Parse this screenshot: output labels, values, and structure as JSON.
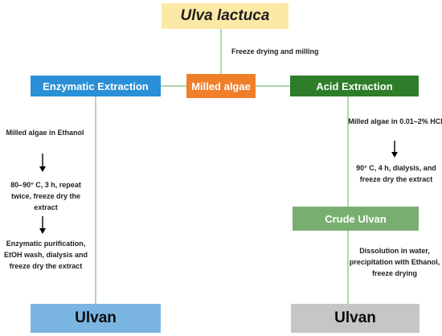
{
  "diagram": {
    "title": "Ulva lactuca",
    "step_freeze": "Freeze drying and milling",
    "center": "Milled algae",
    "enzymatic": {
      "header": "Enzymatic Extraction",
      "step1": "Milled algae in Ethanol",
      "step2": "80–90° C, 3 h, repeat twice, freeze dry the extract",
      "step3": "Enzymatic purification, EtOH wash, dialysis and freeze dry the extract",
      "result": "Ulvan"
    },
    "acid": {
      "header": "Acid Extraction",
      "step1": "Milled algae in 0.01–2% HCl",
      "step2": "90° C, 4 h, dialysis, and freeze dry the extract",
      "crude": "Crude Ulvan",
      "step3": "Dissolution in water, precipitation with Ethanol, freeze drying",
      "result": "Ulvan"
    }
  },
  "colors": {
    "title_fill": "#fde9a6",
    "enzymatic_fill": "#2a8fd6",
    "milled_fill": "#f07f2a",
    "acid_fill": "#2e7d2a",
    "crude_fill": "#78ae70",
    "ulvan_left_fill": "#7ab4e0",
    "ulvan_right_fill": "#c6c6c6",
    "connector": "#8fc98a"
  }
}
